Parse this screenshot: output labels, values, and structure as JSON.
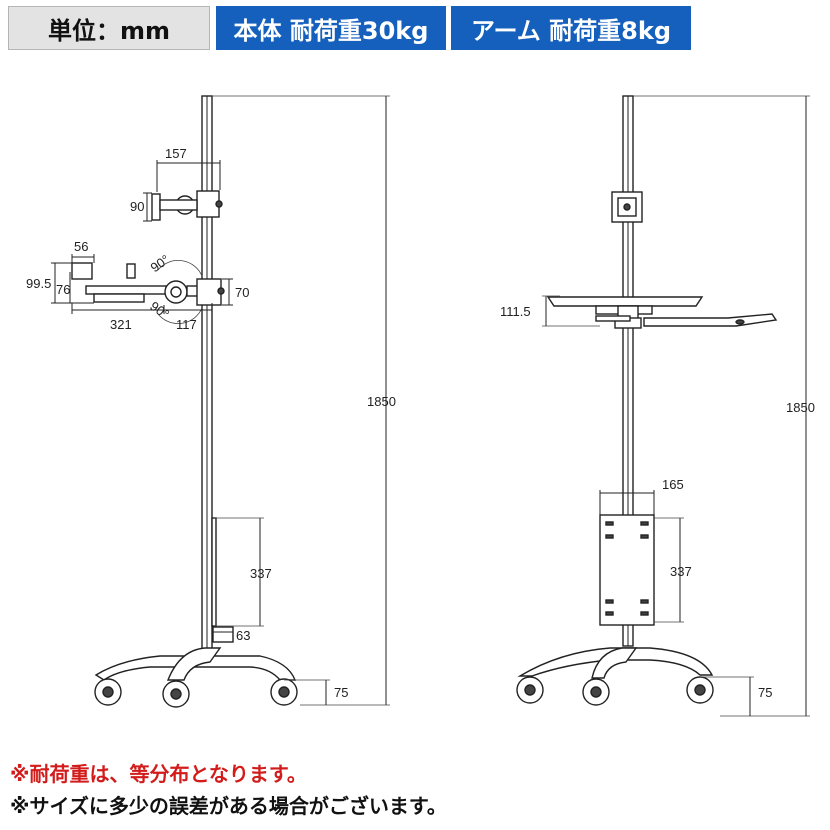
{
  "header": {
    "unit_label": "単位：mm",
    "body_capacity": "本体 耐荷重30kg",
    "arm_capacity": "アーム 耐荷重8kg",
    "accent_color": "#1560bd"
  },
  "side_view": {
    "dims": {
      "monitor_arm_length": "157",
      "monitor_plate_height": "90",
      "keyboard_tray_depth": "56",
      "tray_total_height": "99.5",
      "tray_height": "76",
      "arm_rotation_upper": "90°",
      "arm_rotation_lower": "90°",
      "clamp_height": "70",
      "arm_reach": "321",
      "clamp_width": "117",
      "total_height": "1850",
      "bracket_height": "337",
      "bracket_depth": "63",
      "caster_height": "75"
    }
  },
  "front_view": {
    "dims": {
      "shelf_height": "111.5",
      "bracket_width": "165",
      "bracket_height": "337",
      "total_height": "1850",
      "caster_height": "75"
    }
  },
  "notes": {
    "note1": "※耐荷重は、等分布となります。",
    "note2": "※サイズに多少の誤差がある場合がございます。",
    "note1_color": "#d21c1c"
  }
}
